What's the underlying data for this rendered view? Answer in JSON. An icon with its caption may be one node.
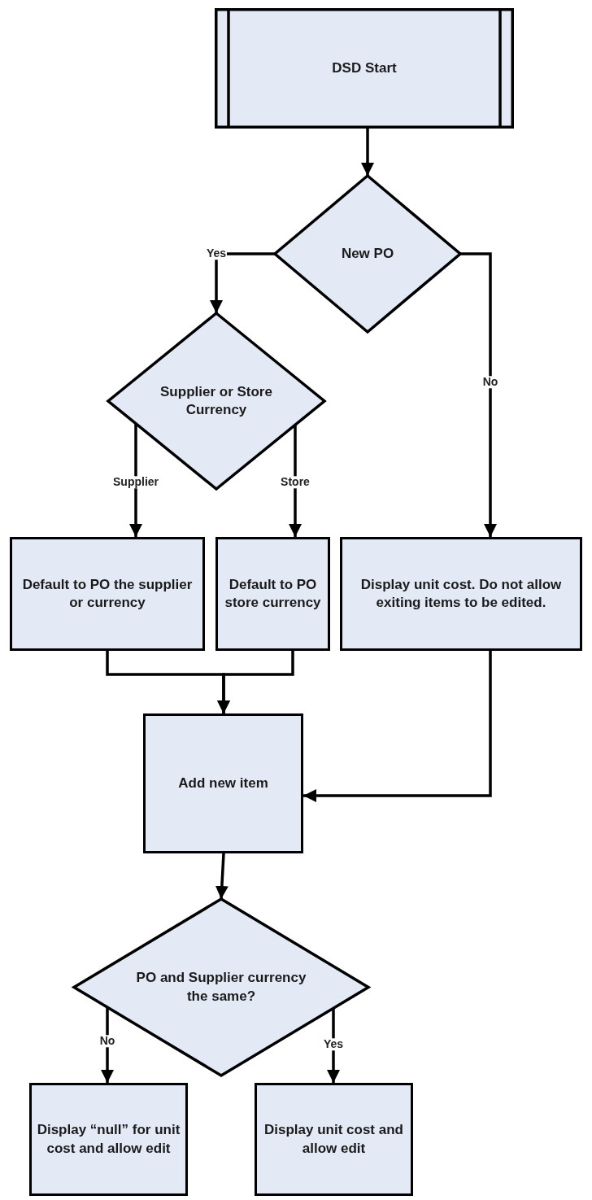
{
  "diagram": {
    "nodes": [
      {
        "text": [
          "DSD Start"
        ]
      },
      {
        "text": [
          "New PO"
        ]
      },
      {
        "text": [
          "Supplier or Store Currency"
        ]
      },
      {
        "text": [
          "Default to PO the supplier or currency"
        ]
      },
      {
        "text": [
          "Default to PO store currency"
        ]
      },
      {
        "text": [
          "Display unit cost. Do not allow exiting items to be edited."
        ]
      },
      {
        "text": [
          "Add new item"
        ]
      },
      {
        "text": [
          "PO and Supplier currency the same?"
        ]
      },
      {
        "text": [
          "Display “null” for unit cost and allow edit"
        ]
      },
      {
        "text": [
          "Display unit cost and allow edit"
        ]
      }
    ],
    "edges": [
      {
        "from": 0,
        "to": 1,
        "arrow": "to"
      },
      {
        "from": 1,
        "to": 2,
        "label": "Yes",
        "arrow": "to"
      },
      {
        "from": 1,
        "to": 5,
        "label": "No",
        "arrow": "to"
      },
      {
        "from": 2,
        "to": 3,
        "label": "Supplier",
        "arrow": "to"
      },
      {
        "from": 2,
        "to": 4,
        "label": "Store",
        "arrow": "to"
      },
      {
        "from": 3,
        "to": 6,
        "arrow": "to"
      },
      {
        "from": 4,
        "to": 6,
        "arrow": "to"
      },
      {
        "from": 5,
        "to": 6,
        "arrow": "to"
      },
      {
        "from": 6,
        "to": 7,
        "arrow": "to"
      },
      {
        "from": 7,
        "to": 8,
        "label": "No",
        "arrow": "to"
      },
      {
        "from": 7,
        "to": 9,
        "label": "Yes",
        "arrow": "to"
      }
    ]
  }
}
